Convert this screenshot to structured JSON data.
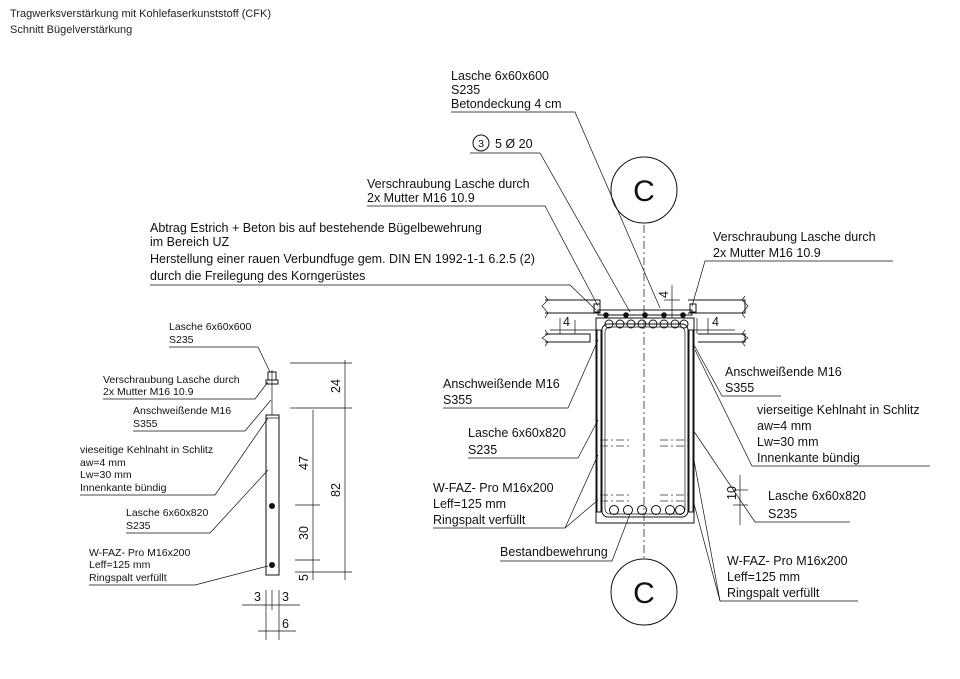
{
  "header": {
    "title": "Tragwerksverstärkung mit Kohlefaserkunststoff (CFK)",
    "subtitle": "Schnitt Bügelverstärkung"
  },
  "section_mark": "C",
  "main": {
    "lasche_top": [
      "Lasche 6x60x600",
      "S235",
      "Betondeckung 4 cm"
    ],
    "rebar_mark": "3",
    "rebar_text": "5 Ø 20",
    "verschraubung_left": [
      "Verschraubung Lasche durch",
      "2x Mutter  M16 10.9"
    ],
    "abtrag": [
      "Abtrag Estrich + Beton bis auf bestehende Bügelbewehrung",
      "im Bereich UZ",
      "Herstellung einer rauen Verbundfuge gem. DIN EN 1992-1-1 6.2.5 (2)",
      "durch die Freilegung des Korngerüstes"
    ],
    "verschraubung_right": [
      "Verschraubung Lasche durch",
      "2x Mutter  M16 10.9"
    ],
    "anschweiss_left": [
      "Anschweißende M16",
      "S355"
    ],
    "anschweiss_right": [
      "Anschweißende M16",
      "S355"
    ],
    "kehlnaht_right": [
      "vierseitige Kehlnaht in Schlitz",
      "aw=4 mm",
      "Lw=30 mm",
      "Innenkante bündig"
    ],
    "lasche820_left": [
      "Lasche 6x60x820",
      "S235"
    ],
    "lasche820_right": [
      "Lasche 6x60x820",
      "S235"
    ],
    "wfaz_left": [
      "W-FAZ- Pro M16x200",
      "Leff=125 mm",
      "Ringspalt verfüllt"
    ],
    "wfaz_right": [
      "W-FAZ- Pro M16x200",
      "Leff=125 mm",
      "Ringspalt verfüllt"
    ],
    "bestand": "Bestandbewehrung",
    "dim_4_top": "4",
    "dim_4_left": "4",
    "dim_4_right": "4",
    "dim_10": "10"
  },
  "detail": {
    "lasche_top": [
      "Lasche 6x60x600",
      "S235"
    ],
    "verschraubung": [
      "Verschraubung Lasche durch",
      "2x Mutter  M16 10.9"
    ],
    "anschweiss": [
      "Anschweißende M16",
      "S355"
    ],
    "kehlnaht": [
      "vieseitige Kehlnaht in Schlitz",
      "aw=4 mm",
      "Lw=30 mm",
      "Innenkante bündig"
    ],
    "lasche820": [
      "Lasche 6x60x820",
      "S235"
    ],
    "wfaz": [
      "W-FAZ- Pro M16x200",
      "Leff=125 mm",
      "Ringspalt verfüllt"
    ],
    "dims": {
      "d24": "24",
      "d47": "47",
      "d82": "82",
      "d30": "30",
      "d5": "5",
      "d3a": "3",
      "d3b": "3",
      "d6": "6"
    }
  }
}
